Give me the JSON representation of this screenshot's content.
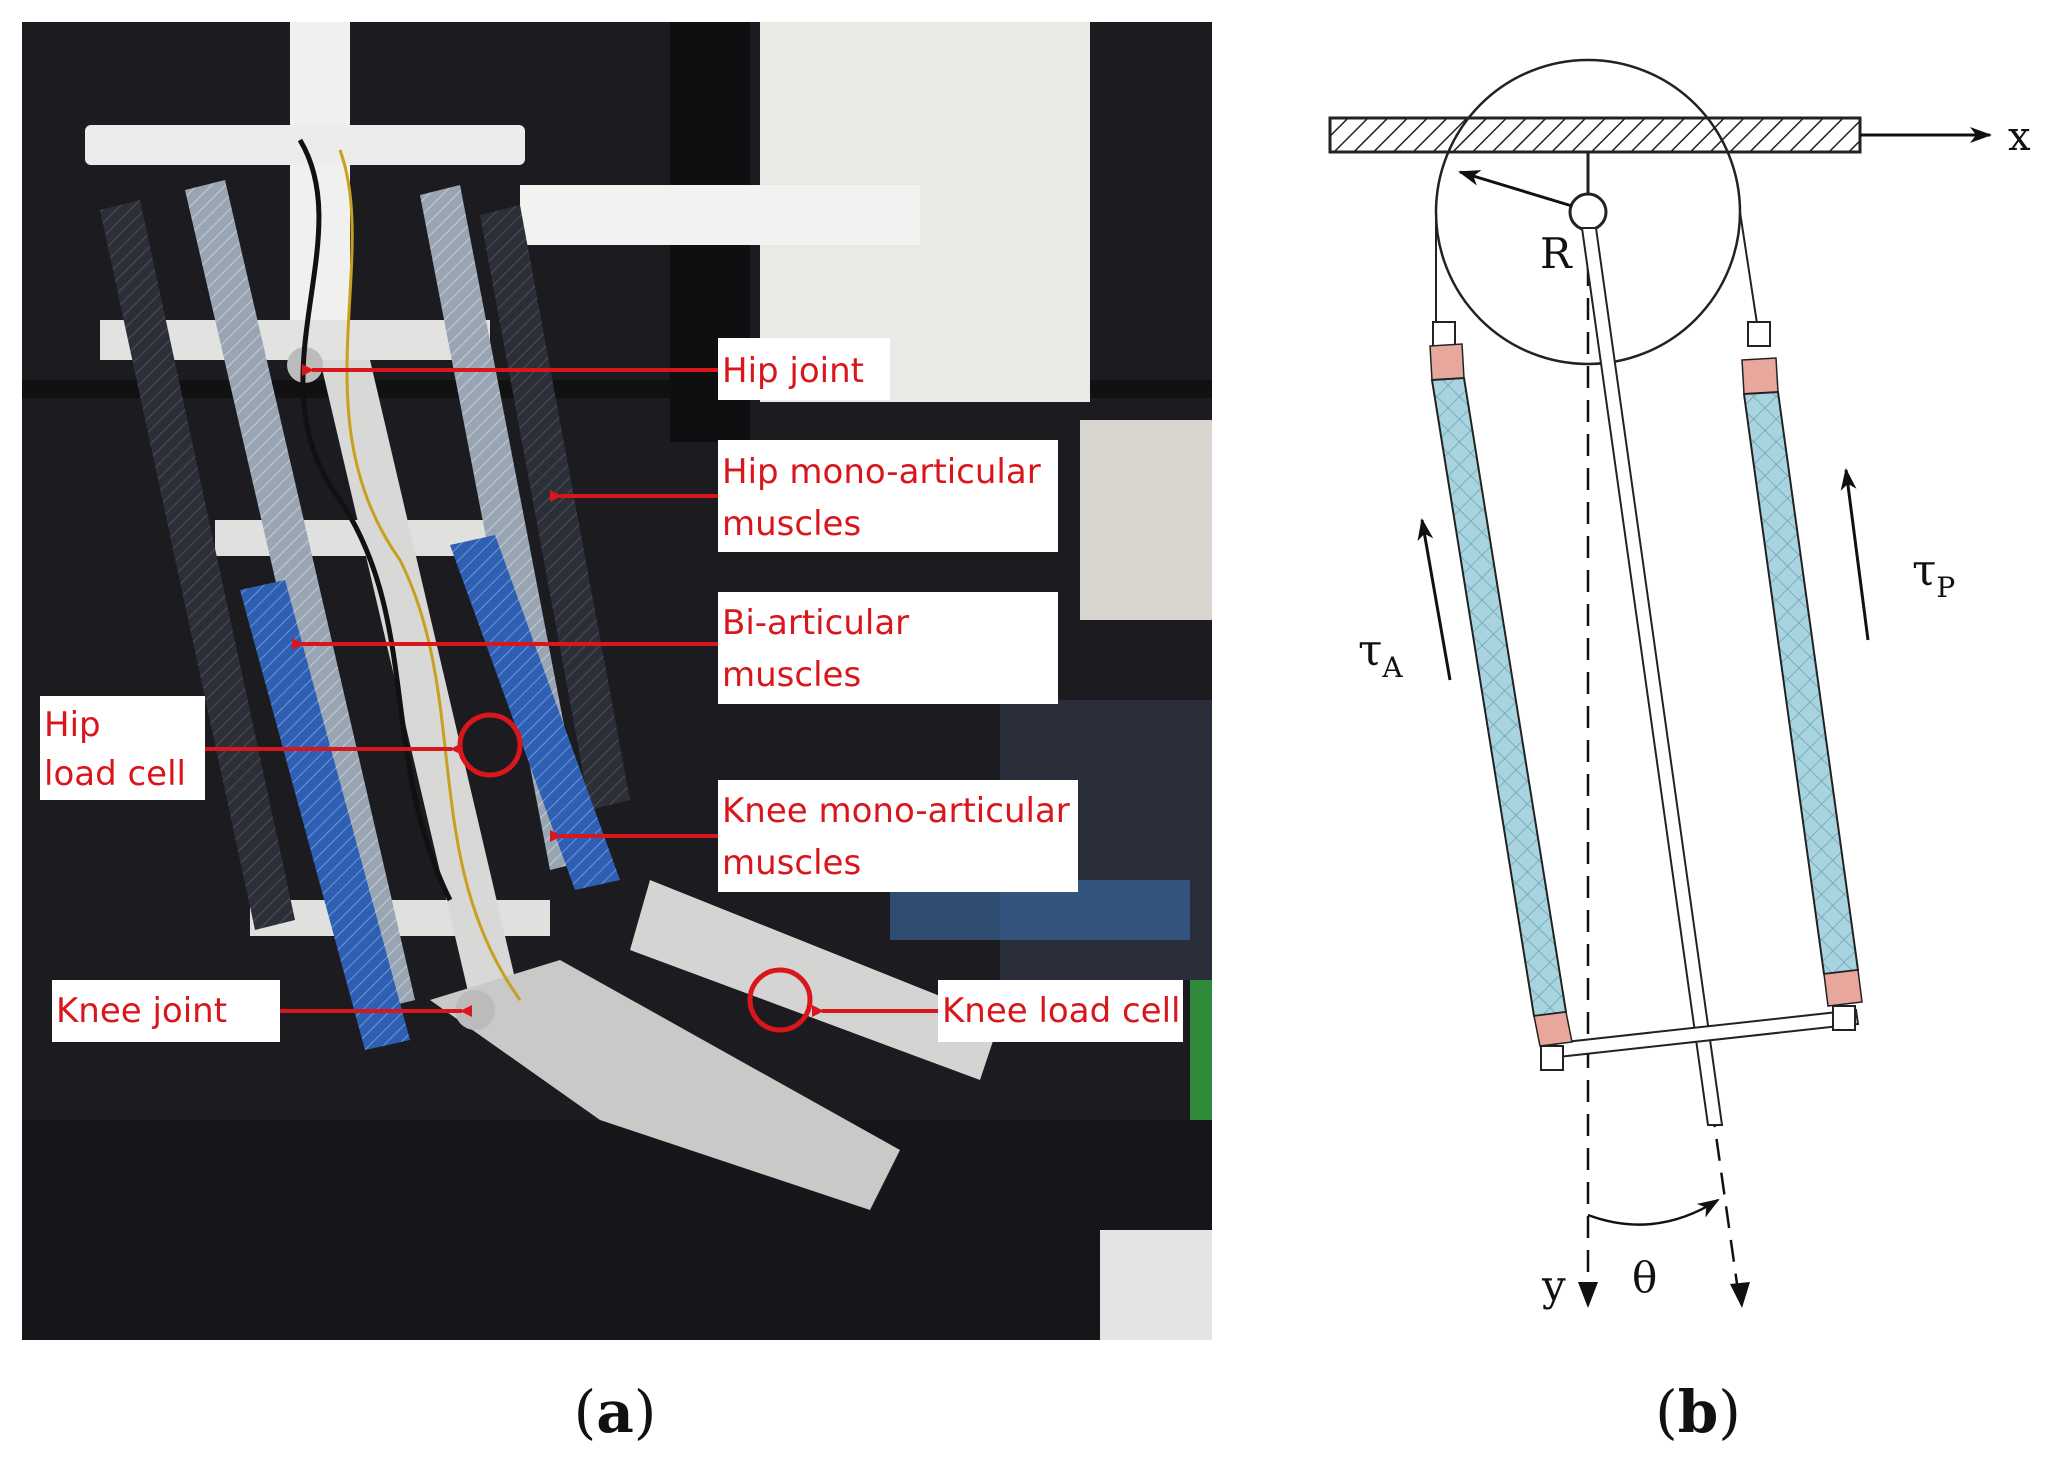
{
  "panel_a": {
    "caption": {
      "open": "(",
      "letter": "a",
      "close": ")"
    },
    "labels": {
      "hip_joint": "Hip joint",
      "hip_mono_1": "Hip mono-articular",
      "hip_mono_2": "muscles",
      "bi_1": "Bi-articular",
      "bi_2": "muscles",
      "hip_load_1": "Hip",
      "hip_load_2": "load cell",
      "knee_mono_1": "Knee mono-articular",
      "knee_mono_2": "muscles",
      "knee_joint": "Knee joint",
      "knee_load": "Knee load cell"
    },
    "colors": {
      "label_text": "#d8161b",
      "arrow": "#d8161b",
      "label_box": "#ffffff",
      "background_photo": "#1c1c20"
    }
  },
  "panel_b": {
    "caption": {
      "open": "(",
      "letter": "b",
      "close": ")"
    },
    "symbols": {
      "x_axis": "x",
      "y_axis": "y",
      "radius": "R",
      "angle": "θ",
      "tau_a": "τ",
      "tau_a_sub": "A",
      "tau_p": "τ",
      "tau_p_sub": "P"
    },
    "colors": {
      "muscle_fill": "#a8d4e0",
      "muscle_cap": "#e7a79c",
      "lines": "#222222"
    }
  }
}
